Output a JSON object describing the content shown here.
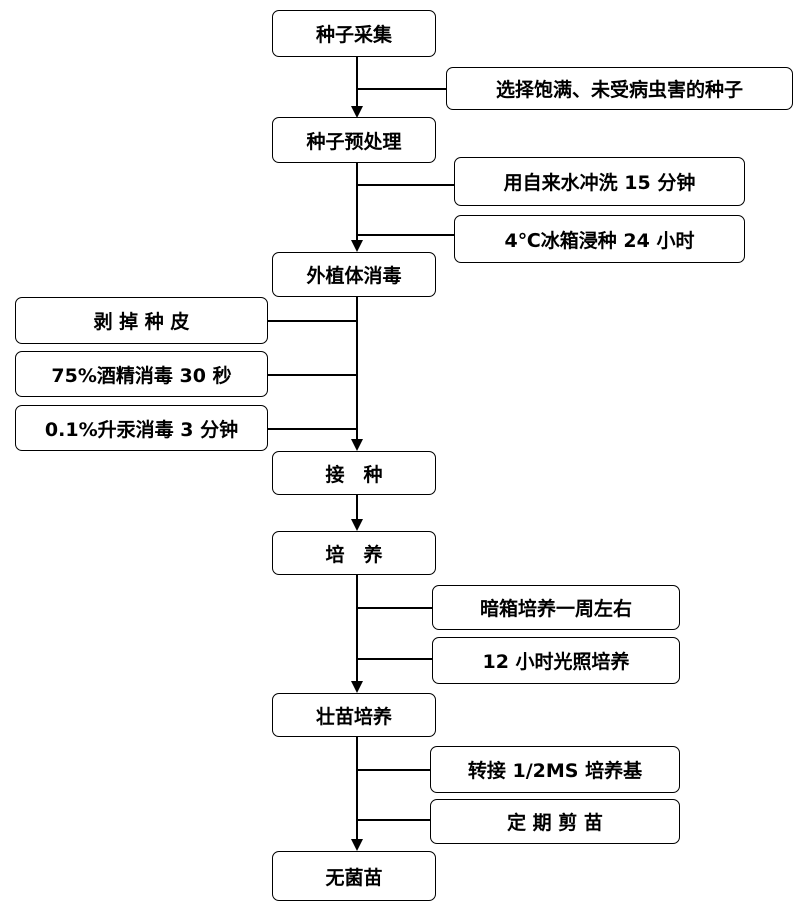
{
  "steps": {
    "seed_collection": "种子采集",
    "seed_pretreatment": "种子预处理",
    "explant_disinfection": "外植体消毒",
    "inoculation": "接　种",
    "culture": "培　养",
    "seedling_strengthening": "壮苗培养",
    "sterile_seedling": "无菌苗"
  },
  "notes": {
    "select_seeds": "选择饱满、未受病虫害的种子",
    "rinse": "用自来水冲洗 15 分钟",
    "soak": "4℃冰箱浸种 24 小时",
    "peel": "剥 掉 种 皮",
    "alcohol": "75%酒精消毒 30 秒",
    "mercury": "0.1%升汞消毒 3 分钟",
    "dark_culture": "暗箱培养一周左右",
    "light_culture": "12 小时光照培养",
    "transfer": "转接 1/2MS 培养基",
    "trim": "定 期 剪 苗"
  }
}
